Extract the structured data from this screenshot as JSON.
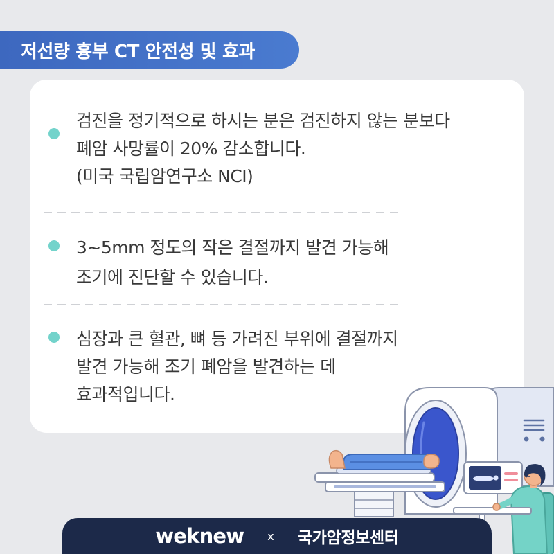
{
  "header": {
    "title": "저선량 흉부 CT 안전성 및 효과"
  },
  "items": [
    {
      "lines": [
        "검진을 정기적으로 하시는 분은 검진하지 않는 분보다",
        "폐암 사망률이 20% 감소합니다.",
        "(미국 국립암연구소 NCI)"
      ]
    },
    {
      "lines": [
        "3~5mm 정도의 작은 결절까지 발견 가능해",
        "조기에 진단할 수 있습니다."
      ]
    },
    {
      "lines": [
        "심장과 큰 혈관, 뼈 등 가려진 부위에 결절까지",
        "발견 가능해 조기 폐암을 발견하는 데",
        "효과적입니다."
      ]
    }
  ],
  "footer": {
    "brand": "weknew",
    "separator": "x",
    "partner": "국가암정보센터"
  },
  "colors": {
    "background": "#e8e9ec",
    "banner": "#4a7bd0",
    "card": "#ffffff",
    "bullet": "#73d3cb",
    "text": "#383838",
    "divider": "#cfd1d5",
    "footer": "#1c2949",
    "footer_text": "#ffffff"
  }
}
